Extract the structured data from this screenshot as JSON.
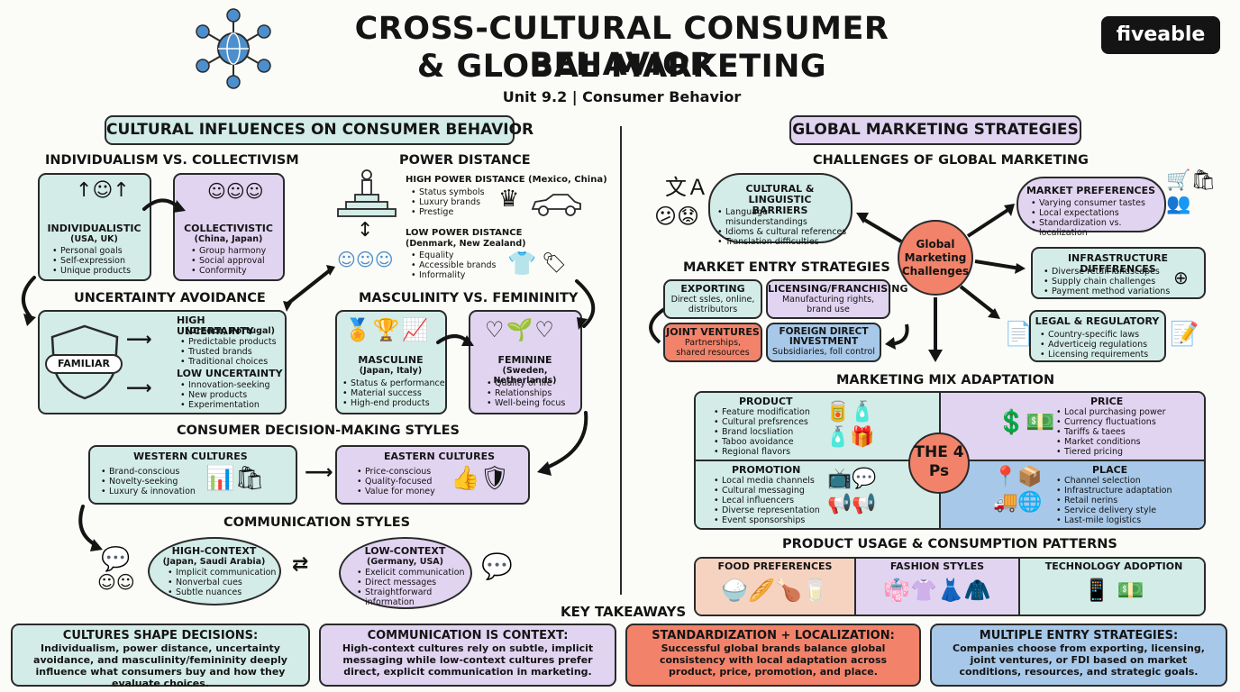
{
  "header": {
    "title_line1": "CROSS-CULTURAL CONSUMER BEHAVIOR",
    "title_line2": "& GLOBAL MARKETING",
    "subtitle": "Unit 9.2 | Consumer Behavior",
    "brand": "fiveable"
  },
  "left": {
    "section_title": "CULTURAL INFLUENCES ON CONSUMER BEHAVIOR",
    "ind_col": {
      "title": "INDIVIDUALISM VS. COLLECTIVISM",
      "ind": {
        "label": "INDIVIDUALISTIC",
        "sub": "(USA, UK)",
        "items": [
          "Personal goals",
          "Self-expression",
          "Unique products"
        ]
      },
      "col": {
        "label": "COLLECTIVISTIC",
        "sub": "(China, Japan)",
        "items": [
          "Group harmony",
          "Social approval",
          "Conformity"
        ]
      }
    },
    "power": {
      "title": "POWER DISTANCE",
      "high": {
        "label": "HIGH POWER DISTANCE (Mexico, China)",
        "items": [
          "Status symbols",
          "Luxury brands",
          "Prestige"
        ]
      },
      "low": {
        "label": "LOW POWER DISTANCE",
        "sub": "(Denmark, New Zealand)",
        "items": [
          "Equality",
          "Accessible brands",
          "Informality"
        ]
      }
    },
    "uncertainty": {
      "title": "UNCERTAINTY AVOIDANCE",
      "shield_label": "FAMILIAR",
      "high": {
        "label": "HIGH UNCERTAINTY",
        "sub": "(Greece, Portugal)",
        "items": [
          "Predictable products",
          "Trusted brands",
          "Traditional choices"
        ]
      },
      "low": {
        "label": "LOW UNCERTAINTY",
        "items": [
          "Innovation-seeking",
          "New products",
          "Experimentation"
        ]
      }
    },
    "masculinity": {
      "title": "MASCULINITY VS. FEMININITY",
      "masc": {
        "label": "MASCULINE",
        "sub": "(Japan, Italy)",
        "items": [
          "Status & performance",
          "Material success",
          "High-end products"
        ]
      },
      "fem": {
        "label": "FEMININE",
        "sub": "(Sweden, Netherlands)",
        "items": [
          "Quality of life",
          "Relationships",
          "Well-being focus"
        ]
      }
    },
    "decision": {
      "title": "CONSUMER DECISION-MAKING STYLES",
      "western": {
        "label": "WESTERN CULTURES",
        "items": [
          "Brand-conscious",
          "Novelty-seeking",
          "Luxury & innovation"
        ]
      },
      "eastern": {
        "label": "EASTERN CULTURES",
        "items": [
          "Price-conscious",
          "Quality-focused",
          "Value for money"
        ]
      }
    },
    "communication": {
      "title": "COMMUNICATION STYLES",
      "high": {
        "label": "HIGH-CONTEXT",
        "sub": "(Japan, Saudi Arabia)",
        "items": [
          "Implicit communication",
          "Nonverbal cues",
          "Subtle nuances"
        ]
      },
      "low": {
        "label": "LOW-CONTEXT",
        "sub": "(Germany, USA)",
        "items": [
          "Exelicit communication",
          "Direct messages",
          "Straightforward information"
        ]
      }
    }
  },
  "right": {
    "section_title": "GLOBAL MARKETING STRATEGIES",
    "challenges": {
      "title": "CHALLENGES OF GLOBAL MARKETING",
      "center": "Global Marketing Challenges",
      "cultural": {
        "label": "CULTURAL & LINGUISTIC BARRIERS",
        "items": [
          "Language misunderstandings",
          "Idioms & cultural references",
          "Translation difficulties"
        ]
      },
      "market": {
        "label": "MARKET PREFERENCES",
        "items": [
          "Varying consumer tastes",
          "Local expectations",
          "Standardization vs. localization"
        ]
      },
      "infra": {
        "label": "INFRASTRUCTURE DIFFERENCES",
        "items": [
          "Diverse retail landscapes",
          "Supply chain challenges",
          "Payment method variations"
        ]
      },
      "legal": {
        "label": "LEGAL & REGULATORY",
        "items": [
          "Country-specific laws",
          "Adverticeig regulations",
          "Licensing requirements"
        ]
      }
    },
    "entry": {
      "title": "MARKET ENTRY STRATEGIES",
      "exporting": {
        "label": "EXPORTING",
        "desc": "Direct ssles, online, distributors"
      },
      "licensing": {
        "label": "LICENSING/FRANCHISING",
        "desc": "Manufacturing rights, brand use"
      },
      "joint": {
        "label": "JOINT VENTURES",
        "desc": "Partnerships, shared resources"
      },
      "fdi": {
        "label": "FOREIGN DIRECT INVESTMENT",
        "desc": "Subsidiaries, foll control"
      }
    },
    "mix": {
      "title": "MARKETING MIX ADAPTATION",
      "center": "THE 4 Ps",
      "product": {
        "label": "PRODUCT",
        "items": [
          "Feature modification",
          "Cultural prefsrences",
          "Brand locsliation",
          "Taboo avoidance",
          "Regional flavors"
        ]
      },
      "price": {
        "label": "PRICE",
        "items": [
          "Local purchasing power",
          "Currency fluctuations",
          "Tariffs & taees",
          "Market conditions",
          "Tiered pricing"
        ]
      },
      "promotion": {
        "label": "PROMOTION",
        "items": [
          "Local media channels",
          "Cultural messaging",
          "Lecal influencers",
          "Diverse representation",
          "Event sponsorships"
        ]
      },
      "place": {
        "label": "PLACE",
        "items": [
          "Channel selection",
          "Infrastructure adaptation",
          "Retail nerins",
          "Service delivery style",
          "Last-mile logistics"
        ]
      }
    },
    "usage": {
      "title": "PRODUCT USAGE & CONSUMPTION PATTERNS",
      "cols": [
        "FOOD PREFERENCES",
        "FASHION STYLES",
        "TECHNOLOGY ADOPTION"
      ]
    }
  },
  "takeaways": {
    "title": "KEY TAKEAWAYS",
    "cards": [
      {
        "heading": "CULTURES SHAPE DECISIONS:",
        "body": "Individualism, power distance, uncertainty avoidance, and masculinity/femininity deeply influence what consumers buy and how they evaluate choices."
      },
      {
        "heading": "COMMUNICATION IS CONTEXT:",
        "body": "High-context cultures rely on subtle, implicit messaging while low-context cultures prefer direct, explicit communication in marketing."
      },
      {
        "heading": "STANDARDIZATION + LOCALIZATION:",
        "body": "Successful global brands balance global consistency with local adaptation across product, price, promotion, and place."
      },
      {
        "heading": "MULTIPLE ENTRY STRATEGIES:",
        "body": "Companies choose from exporting, licensing, joint ventures, or FDI based on market conditions, resources, and strategic goals."
      }
    ]
  },
  "colors": {
    "teal": "#d3ece7",
    "lavender": "#e1d4f1",
    "coral": "#f2836a",
    "blue": "#a7c8e8",
    "peach": "#f6d3c1"
  }
}
